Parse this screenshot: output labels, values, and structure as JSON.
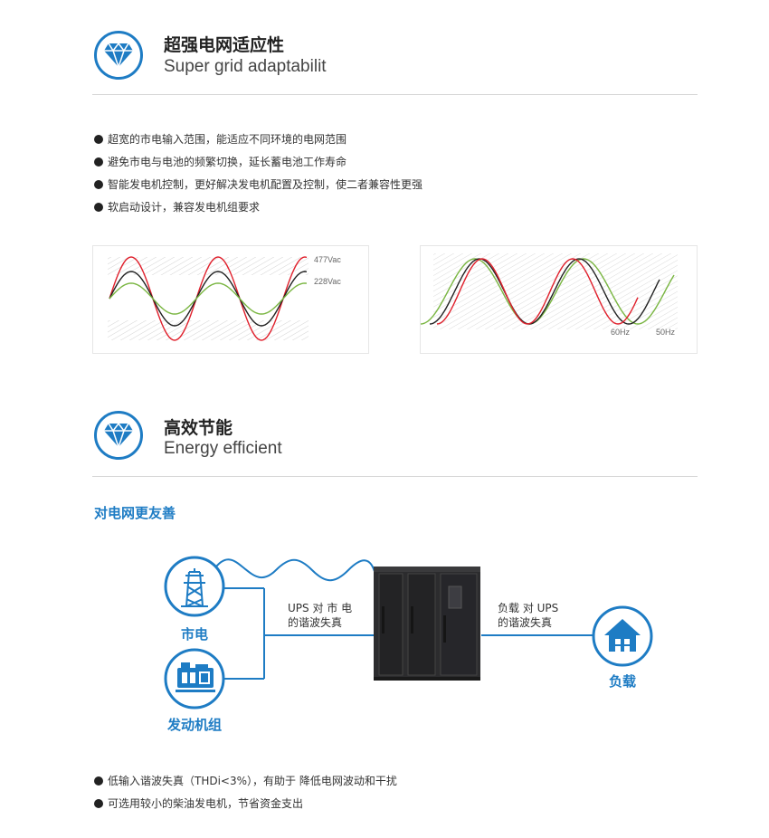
{
  "section1": {
    "title_cn": "超强电网适应性",
    "title_en": "Super grid adaptabilit",
    "icon": "diamond-icon",
    "bullets": [
      "超宽的市电输入范围，能适应不同环境的电网范围",
      "避免市电与电池的频繁切换，延长蓄电池工作寿命",
      "智能发电机控制，更好解决发电机配置及控制，使二者兼容性更强",
      "软启动设计，兼容发电机组要求"
    ],
    "chart_left": {
      "label_high": "477Vac",
      "label_low": "228Vac"
    },
    "chart_right": {
      "label_60": "60Hz",
      "label_50": "50Hz"
    }
  },
  "section2": {
    "title_cn": "高效节能",
    "title_en": "Energy efficient",
    "icon": "diamond-icon",
    "subtitle": "对电网更友善",
    "diagram": {
      "grid_label": "市电",
      "generator_label": "发动机组",
      "load_label": "负载",
      "ups_to_grid_line1": "UPS 对 市 电",
      "ups_to_grid_line2": "的谐波失真",
      "load_to_ups_line1": "负载 对 UPS",
      "load_to_ups_line2": "的谐波失真"
    },
    "bullets": [
      "低输入谐波失真（THDi<3%），有助于 降低电网波动和干扰",
      "可选用较小的柴油发电机，节省资金支出"
    ]
  },
  "colors": {
    "accent": "#1e7cc4",
    "red": "#e0202c",
    "green": "#7ab642",
    "black": "#222222"
  }
}
